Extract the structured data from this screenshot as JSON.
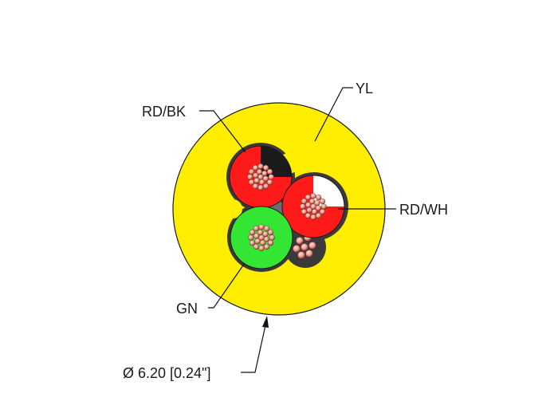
{
  "labels": {
    "yl": "YL",
    "rd_bk": "RD/BK",
    "rd_wh": "RD/WH",
    "gn": "GN",
    "diameter": "Ø 6.20 [0.24\"]"
  },
  "colors": {
    "jacket": "#FFEE00",
    "jacket_outline": "#1a1a1a",
    "red_insulation": "#FF1A1A",
    "black_stripe": "#1a1a1a",
    "white_stripe": "#FFFFFF",
    "green_insulation": "#33E633",
    "filler": "#8a8a8a",
    "strand": "#E8A090",
    "strand_dark": "#7a2020"
  }
}
